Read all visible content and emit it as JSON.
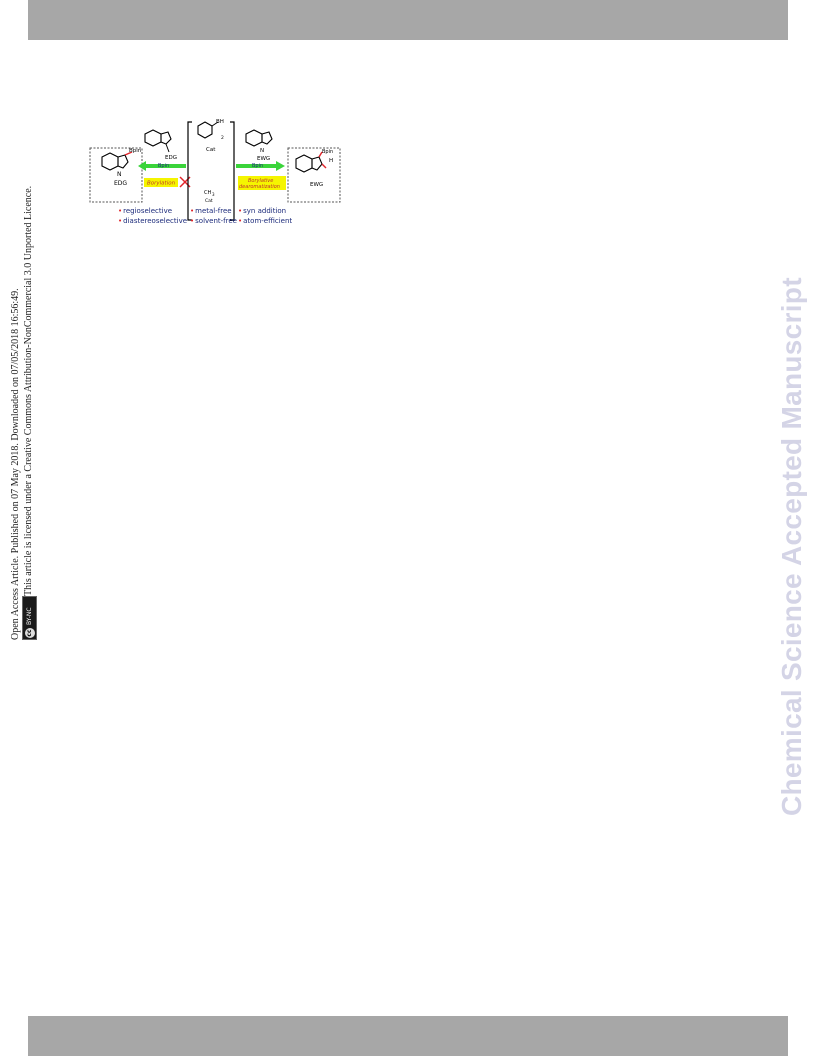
{
  "margin": {
    "line1": "Open Access Article. Published on 07 May 2018. Downloaded on 07/05/2018 16:56:49.",
    "line2": "This article is licensed under a Creative Commons Attribution-NonCommercial 3.0 Unported Licence.",
    "cc_icon": "cc",
    "license_badge": "BY-NC"
  },
  "watermark": "Chemical Science Accepted Manuscript",
  "scheme": {
    "reagent_top": "BH",
    "reagent_sub": "2",
    "catalyst": "Cat",
    "left_product_sub": "Bpin",
    "left_product_n": "N",
    "left_product_group": "EDG",
    "left_substrate_group": "EDG",
    "left_arrow_label": "Bpin",
    "left_label": "Borylation",
    "bottom_reagent": "CH",
    "bottom_reagent_sub": "3",
    "bottom_catalyst": "Cat",
    "right_substrate_n": "N",
    "right_substrate_group": "EWG",
    "right_arrow_label": "Bpin",
    "right_label_1": "Borylative",
    "right_label_2": "dearomatization",
    "right_product_sub": "Bpin",
    "right_product_h": "H",
    "right_product_group": "EWG"
  },
  "bullets": [
    "regioselective",
    "diastereoselective",
    "metal-free",
    "solvent-free",
    "syn addition",
    "atom-efficient"
  ],
  "colors": {
    "bar": "#a7a7a7",
    "watermark": "#d4d4e6",
    "arrow_green": "#3ad43a",
    "highlight": "#f5f500",
    "bullet_red": "#e0242a",
    "label_navy": "#1b2a7a"
  }
}
